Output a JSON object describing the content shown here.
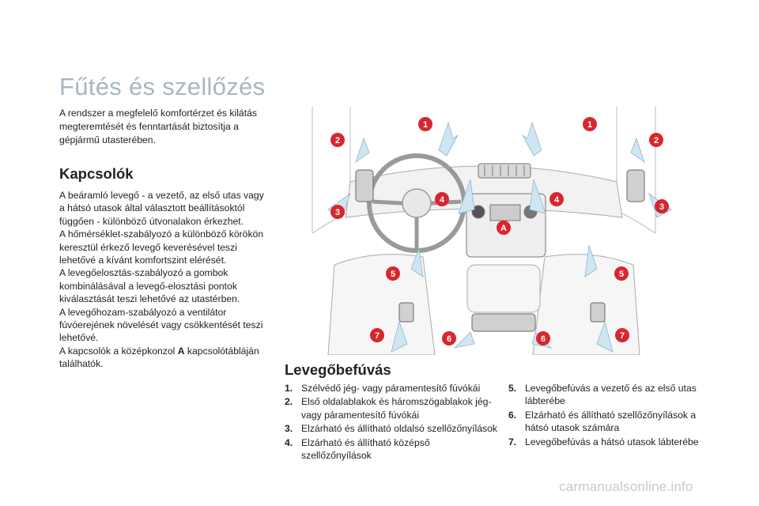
{
  "page": {
    "title": "Fűtés és szellőzés",
    "intro": "A rendszer a megfelelő komfortérzet és kilátás megteremtését és fenntartását biztosítja a gépjármű utasterében."
  },
  "controls": {
    "heading": "Kapcsolók",
    "p1": "A beáramló levegő - a vezető, az első utas vagy a hátsó utasok által választott beállításoktól függően - különböző útvonalakon érkezhet.",
    "p2": "A hőmérséklet-szabályozó a különböző körökön keresztül érkező levegő keverésével teszi lehetővé a kívánt komfortszint elérését.",
    "p3": "A levegőelosztás-szabályozó a gombok kombinálásával a levegő-elosztási pontok kiválasztását teszi lehetővé az utastérben.",
    "p4": "A levegőhozam-szabályozó a ventilátor fúvóerejének növelését vagy csökkentését teszi lehetővé.",
    "p5_before": "A kapcsolók a középkonzol ",
    "p5_bold": "A",
    "p5_after": " kapcsolótábláján találhatók."
  },
  "illustration": {
    "callouts": [
      "1",
      "1",
      "2",
      "2",
      "3",
      "3",
      "4",
      "4",
      "5",
      "5",
      "6",
      "6",
      "7",
      "7",
      "A"
    ],
    "callout_color": "#d9262e",
    "arrow_color": "#cfe6f2"
  },
  "vents": {
    "heading": "Levegőbefúvás",
    "left_items": [
      {
        "num": "1.",
        "text": "Szélvédő jég- vagy páramentesítő fúvókái"
      },
      {
        "num": "2.",
        "text": "Első oldalablakok és háromszögablakok jég- vagy páramentesítő fúvókái"
      },
      {
        "num": "3.",
        "text": "Elzárható és állítható oldalsó szellőzőnyílások"
      },
      {
        "num": "4.",
        "text": "Elzárható és állítható középső szellőzőnyílások"
      }
    ],
    "right_items": [
      {
        "num": "5.",
        "text": "Levegőbefúvás a vezető és az első utas lábterébe"
      },
      {
        "num": "6.",
        "text": "Elzárható és állítható szellőzőnyílások a hátsó utasok számára"
      },
      {
        "num": "7.",
        "text": "Levegőbefúvás a hátsó utasok lábterébe"
      }
    ]
  },
  "watermark": "carmanualsonline.info"
}
